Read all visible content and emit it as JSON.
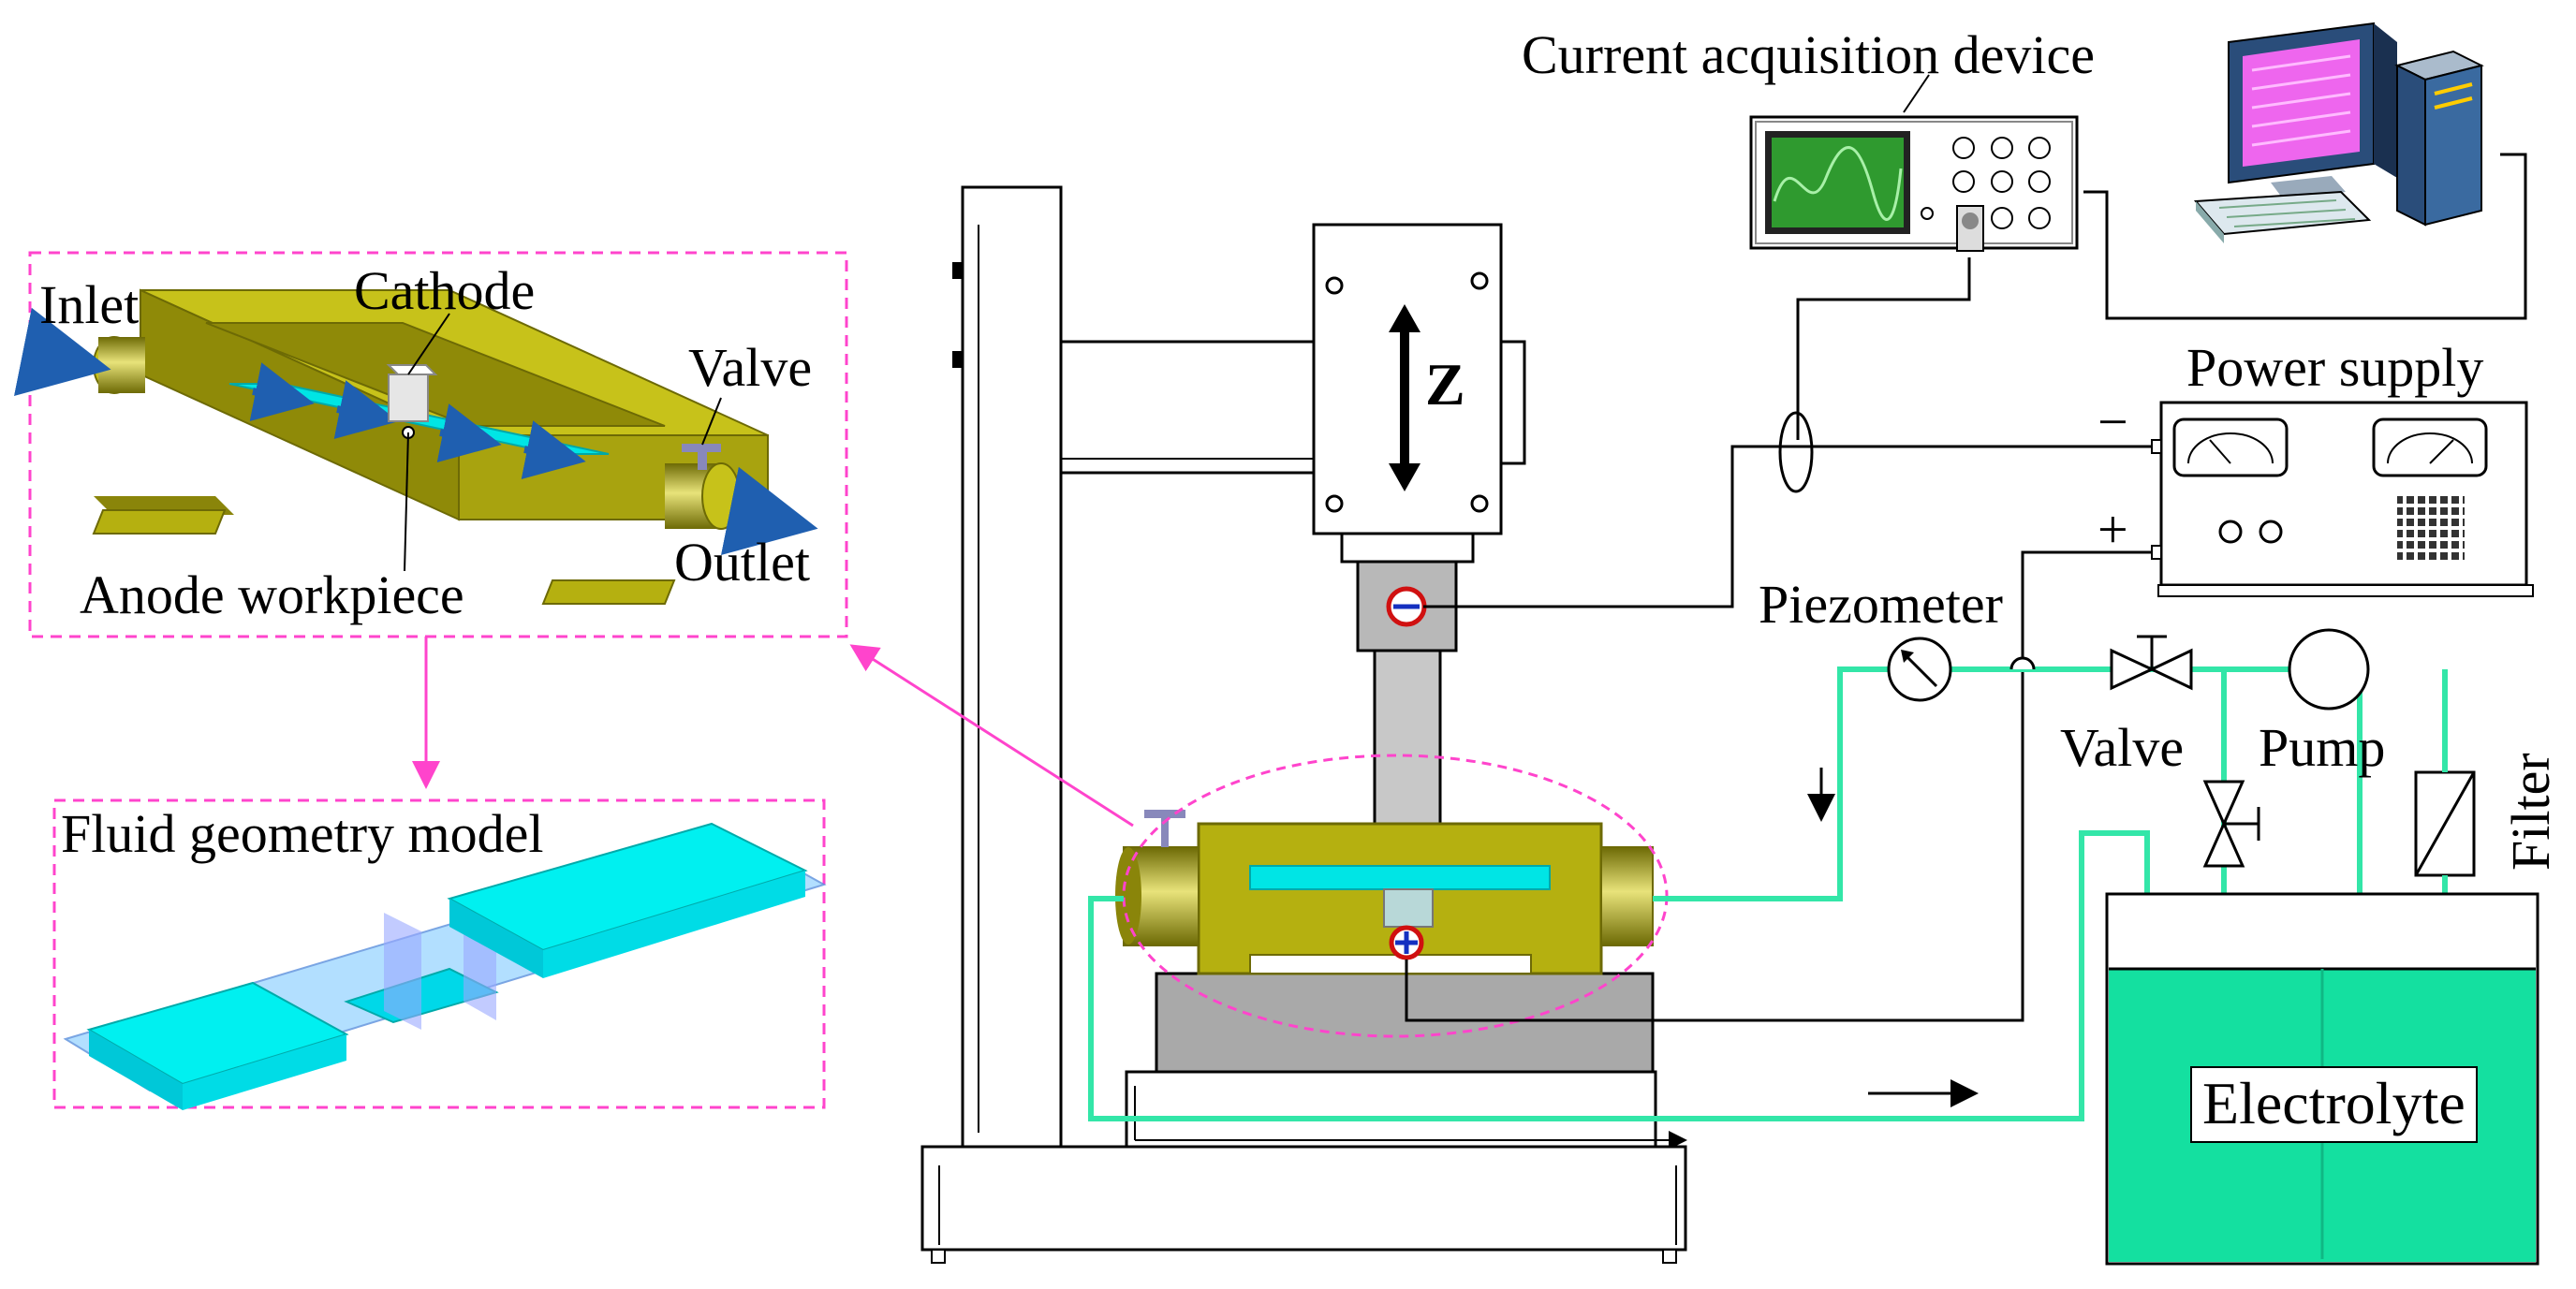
{
  "labels": {
    "inlet": "Inlet",
    "cathode": "Cathode",
    "valve_inset": "Valve",
    "outlet": "Outlet",
    "anode_workpiece": "Anode workpiece",
    "fluid_geometry_model": "Fluid geometry model",
    "z_axis": "Z",
    "current_acquisition_device": "Current acquisition device",
    "power_supply": "Power supply",
    "minus_terminal": "−",
    "plus_terminal": "+",
    "piezometer": "Piezometer",
    "valve_main": "Valve",
    "pump": "Pump",
    "filter": "Filter",
    "electrolyte": "Electrolyte"
  },
  "colors": {
    "fixture_olive": "#b5b010",
    "fixture_dark": "#8a850a",
    "fluid_cyan": "#00e5e5",
    "pipe_green": "#33e6a8",
    "electrolyte_green": "#14e0a0",
    "callout_magenta": "#ff44cc",
    "arrow_blue": "#1f5fb0",
    "gray_block": "#a9a9a9"
  },
  "icons": {
    "negative_electrode": "minus-circle-icon",
    "positive_electrode": "plus-circle-icon",
    "computer": "computer-icon",
    "oscilloscope": "oscilloscope-icon"
  }
}
